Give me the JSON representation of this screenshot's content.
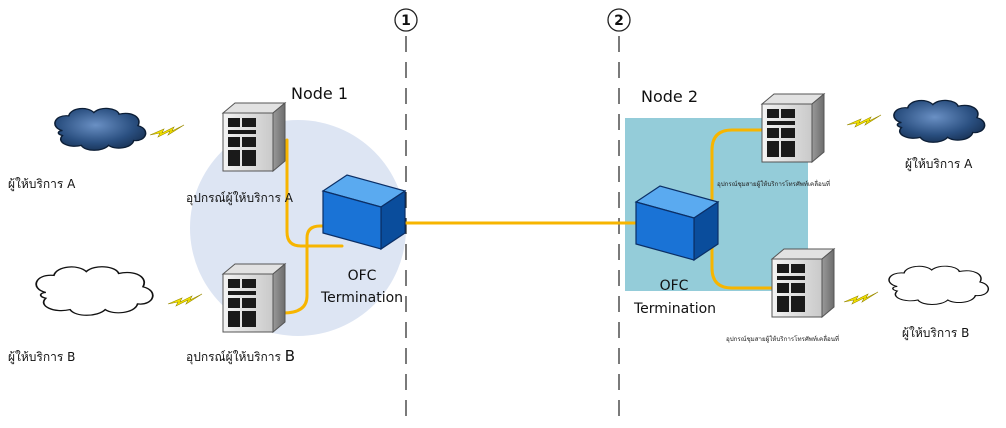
{
  "markers": [
    {
      "label": "1"
    },
    {
      "label": "2"
    }
  ],
  "node1": {
    "title": "Node 1",
    "device_a_label": "อุปกรณ์ผู้ให้บริการ A",
    "device_b_label_prefix": "อุปกรณ์ผู้ให้บริการ ",
    "device_b_label_letter": "B",
    "ofc_line1": "OFC",
    "ofc_line2": "Termination",
    "provider_a": "ผู้ให้บริการ A",
    "provider_b": "ผู้ให้บริการ B"
  },
  "node2": {
    "title": "Node 2",
    "device_top_label": "อุปกรณ์ชุมสายผู้ให้บริการโทรศัพท์เคลื่อนที่",
    "device_bottom_label": "อุปกรณ์ชุมสายผู้ให้บริการโทรศัพท์เคลื่อนที่",
    "ofc_line1": "OFC",
    "ofc_line2": "Termination",
    "provider_a": "ผู้ให้บริการ A",
    "provider_b": "ผู้ให้บริการ B"
  },
  "colors": {
    "fiber": "#f7b500",
    "node1_zone": "#dde5f3",
    "node2_zone": "#94ccd9",
    "ofc_front": "#1a73d6",
    "ofc_top": "#5aaaf0",
    "ofc_side": "#0a4d9c",
    "storm_cloud": "#1e3d66",
    "lightning": "#f5e400"
  }
}
